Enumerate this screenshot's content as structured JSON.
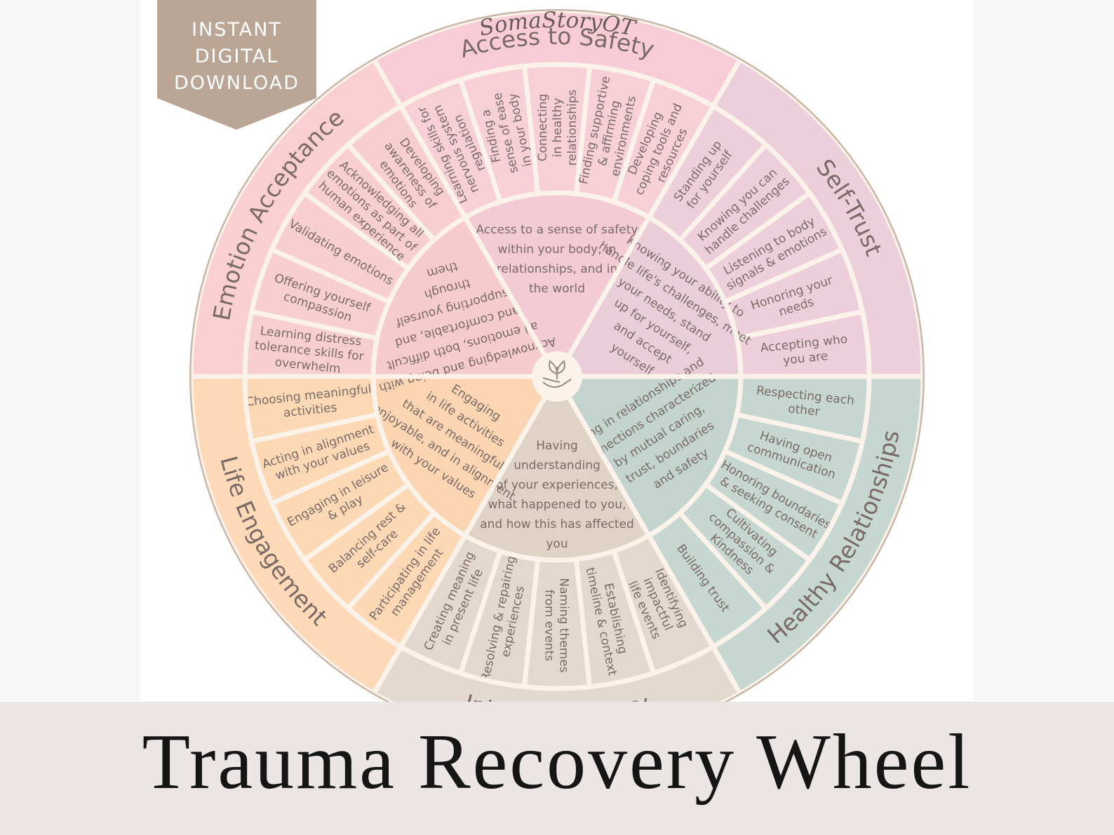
{
  "badge": {
    "lines": [
      "INSTANT",
      "DIGITAL",
      "DOWNLOAD"
    ]
  },
  "brand": "SomaStoryOT",
  "title": "Trauma Recovery Wheel",
  "colors": {
    "rim": "#c9b6a6",
    "divider": "#fbf3ea",
    "badge": "#bba696",
    "footer": "#ebe6e4"
  },
  "sections": [
    {
      "id": "access-to-safety",
      "label": "Access to Safety",
      "outer": "#f7ccd7",
      "inner": "#f6cfd7",
      "core": "#f3cbd4",
      "core_text": [
        "Access to a sense of safety",
        "within your body, in",
        "relationships, and in",
        "the world"
      ],
      "items": [
        [
          "Learning skills for",
          "nervous system",
          "regulation"
        ],
        [
          "Finding a",
          "sense of ease",
          "in your body"
        ],
        [
          "Connecting",
          "in healthy",
          "relationships"
        ],
        [
          "Finding supportive",
          "& affirming",
          "environments"
        ],
        [
          "Developing",
          "coping tools and",
          "resources"
        ]
      ]
    },
    {
      "id": "self-trust",
      "label": "Self-Trust",
      "outer": "#edcfdc",
      "inner": "#eccfdb",
      "core": "#e9cdd8",
      "core_text": [
        "Knowing your ability to",
        "handle life's challenges, meet",
        "your needs, stand",
        "up for yourself,",
        "and accept",
        "yourself"
      ],
      "items": [
        [
          "Standing up",
          "for yourself"
        ],
        [
          "Knowing you can",
          "handle challenges"
        ],
        [
          "Listening to body",
          "signals & emotions"
        ],
        [
          "Honoring your",
          "needs"
        ],
        [
          "Accepting who",
          "you are"
        ]
      ]
    },
    {
      "id": "healthy-relationships",
      "label": "Healthy Relationships",
      "outer": "#c6d6d1",
      "inner": "#c6d6d1",
      "core": "#c3d3ce",
      "core_text": [
        "Being in relationships and",
        "connections characterized",
        "by mutual caring,",
        "trust, boundaries",
        "and safety"
      ],
      "items": [
        [
          "Respecting each",
          "other"
        ],
        [
          "Having open",
          "communication"
        ],
        [
          "Honoring boundaries",
          "& seeking consent"
        ],
        [
          "Cultivating",
          "compassion &",
          "Kindness"
        ],
        [
          "Building trust"
        ]
      ]
    },
    {
      "id": "integrated-story",
      "label": "Integrated Story",
      "outer": "#e4d9ce",
      "inner": "#e3d8cd",
      "core": "#dfd3c6",
      "core_text": [
        "Having",
        "understanding",
        "of your experiences,",
        "what happened to you,",
        "and how this has affected",
        "you"
      ],
      "items": [
        [
          "Identifying",
          "impactful",
          "life events"
        ],
        [
          "Establishing",
          "timeline & context"
        ],
        [
          "Naming themes",
          "from events"
        ],
        [
          "Resolving & repairing",
          "experiences"
        ],
        [
          "Creating meaning",
          "in present life"
        ]
      ]
    },
    {
      "id": "life-engagement",
      "label": "Life Engagement",
      "outer": "#fdd9b8",
      "inner": "#fcd8b5",
      "core": "#fbd5b2",
      "core_text": [
        "Engaging",
        "in life activities",
        "that are meaningful,",
        "enjoyable, and in alignment",
        "with your values"
      ],
      "items": [
        [
          "Participating in life",
          "management"
        ],
        [
          "Balancing rest &",
          "self-care"
        ],
        [
          "Engaging in leisure",
          "& play"
        ],
        [
          "Acting in alignment",
          "with your values"
        ],
        [
          "Choosing meaningful",
          "activities"
        ]
      ]
    },
    {
      "id": "emotion-acceptance",
      "label": "Emotion Acceptance",
      "outer": "#f9cfd2",
      "inner": "#f8cfd0",
      "core": "#f6cbcc",
      "core_text": [
        "Acknowledging and being with",
        "all emotions, both difficult",
        "and comfortable, and",
        "supporting yourself",
        "through",
        "them"
      ],
      "items": [
        [
          "Learning distress",
          "tolerance skills for",
          "overwhelm"
        ],
        [
          "Offering yourself",
          "compassion"
        ],
        [
          "Validating emotions"
        ],
        [
          "Acknowledging all",
          "emotions as part of",
          "human experience"
        ],
        [
          "Developing",
          "awareness of",
          "emotions"
        ]
      ]
    }
  ]
}
